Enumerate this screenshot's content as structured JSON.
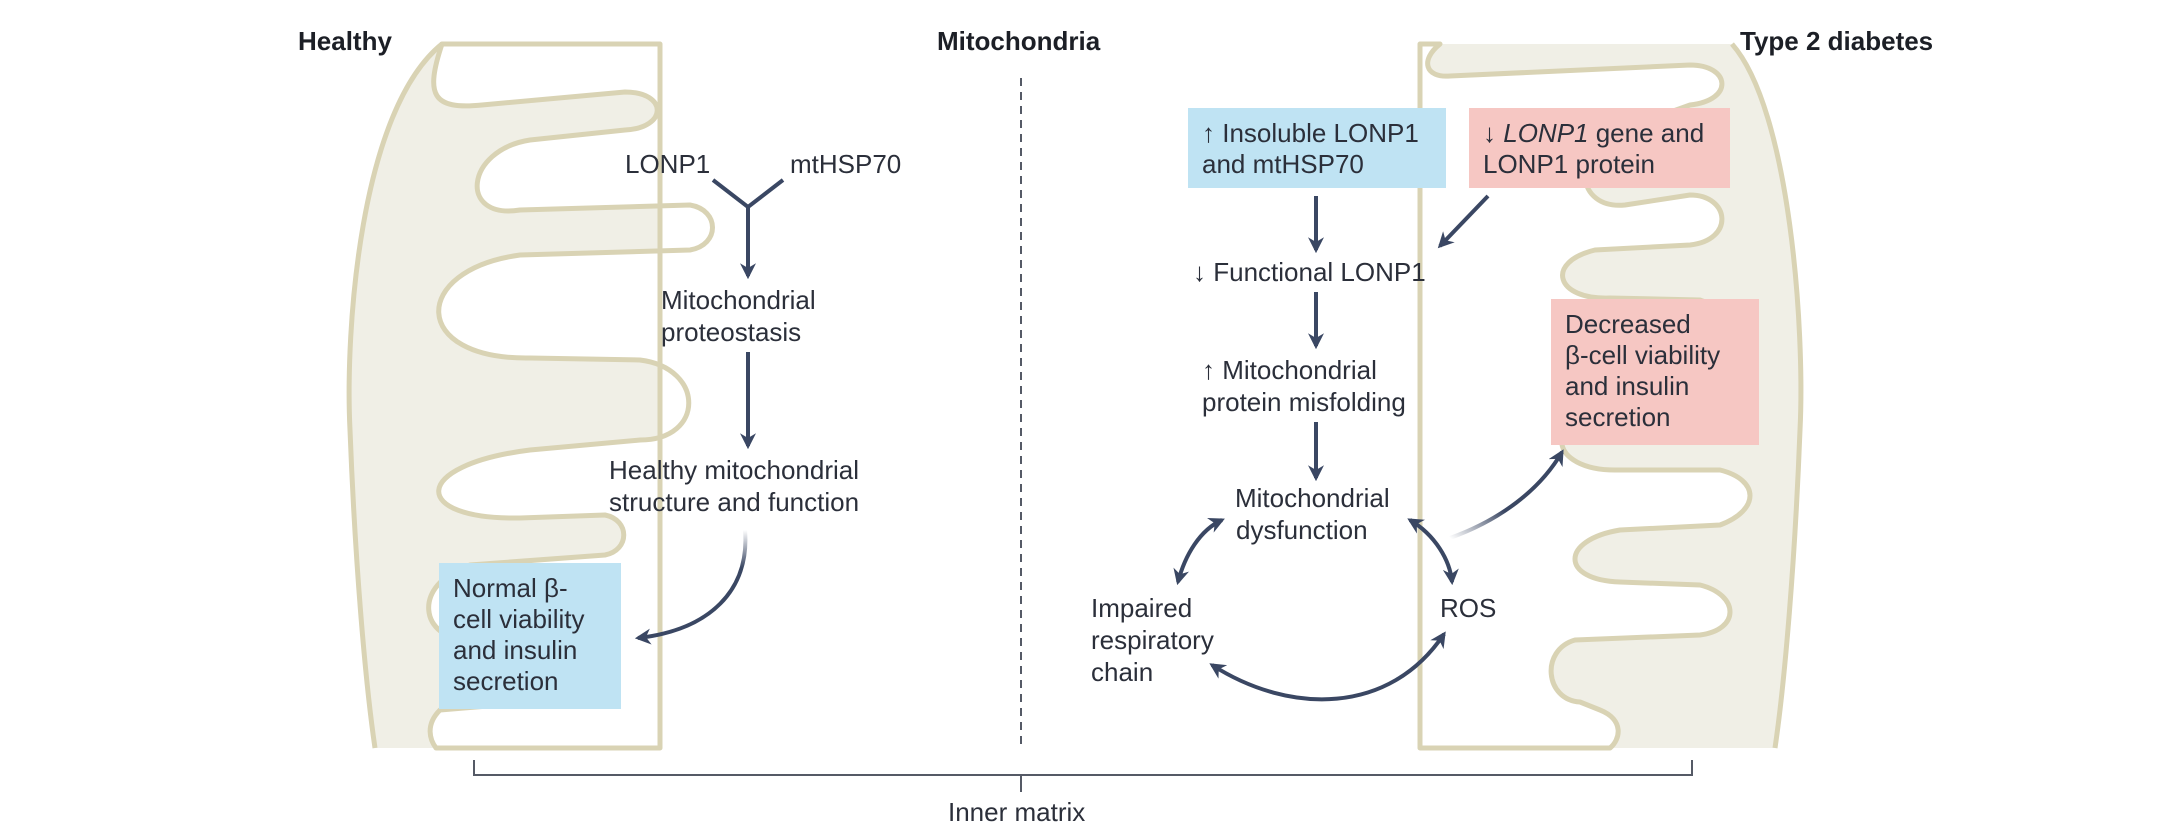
{
  "headers": {
    "healthy": "Healthy",
    "mitochondria": "Mitochondria",
    "t2d": "Type 2 diabetes"
  },
  "healthy": {
    "lonp1": "LONP1",
    "mthsp70": "mtHSP70",
    "proteostasis_1": "Mitochondrial",
    "proteostasis_2": "proteostasis",
    "structure_1": "Healthy mitochondrial",
    "structure_2": "structure and function",
    "normal_1": "Normal β-",
    "normal_2": "cell viability",
    "normal_3": "and insulin",
    "normal_4": "secretion"
  },
  "diabetes": {
    "insoluble_1": "↑ Insoluble LONP1",
    "insoluble_2": "and mtHSP70",
    "gene_arrow": "↓ ",
    "gene_italic": "LONP1",
    "gene_rest": " gene and",
    "gene_2": "LONP1 protein",
    "functional": "↓ Functional LONP1",
    "misfold_1": "↑ Mitochondrial",
    "misfold_2": "protein misfolding",
    "dysfunction_1": "Mitochondrial",
    "dysfunction_2": "dysfunction",
    "impaired_1": "Impaired",
    "impaired_2": "respiratory",
    "impaired_3": "chain",
    "ros": "ROS",
    "decreased_1": "Decreased",
    "decreased_2": "β-cell viability",
    "decreased_3": "and insulin",
    "decreased_4": "secretion"
  },
  "footer": {
    "inner_matrix": "Inner matrix"
  },
  "colors": {
    "membrane_fill": "#f0efe6",
    "membrane_line": "#d9d3b4",
    "arrow": "#3a4763",
    "blue_box": "#bfe3f3",
    "pink_box": "#f6c7c3"
  }
}
